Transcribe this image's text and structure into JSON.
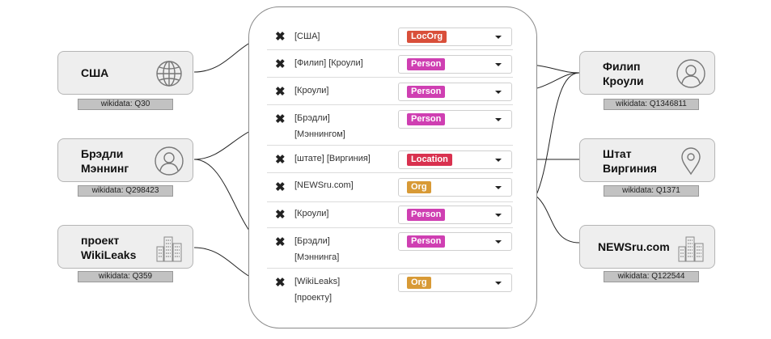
{
  "colors": {
    "loc_org": "#d94f3a",
    "person": "#cf3fb2",
    "location": "#d9314f",
    "org": "#d89a36",
    "panel_border": "#8a8a8a",
    "link_line": "#222222"
  },
  "mentions": [
    {
      "line1": "[США]",
      "line2": "",
      "type": "LocOrg",
      "color": "#d94f3a"
    },
    {
      "line1": "[Филип] [Кроули]",
      "line2": "",
      "type": "Person",
      "color": "#cf3fb2"
    },
    {
      "line1": "[Кроули]",
      "line2": "",
      "type": "Person",
      "color": "#cf3fb2"
    },
    {
      "line1": "[Брэдли]",
      "line2": "[Мэннингом]",
      "type": "Person",
      "color": "#cf3fb2"
    },
    {
      "line1": "[штате] [Виргиния]",
      "line2": "",
      "type": "Location",
      "color": "#d9314f"
    },
    {
      "line1": "[NEWSru.com]",
      "line2": "",
      "type": "Org",
      "color": "#d89a36"
    },
    {
      "line1": "[Кроули]",
      "line2": "",
      "type": "Person",
      "color": "#cf3fb2"
    },
    {
      "line1": "[Брэдли]",
      "line2": "[Мэннинга]",
      "type": "Person",
      "color": "#cf3fb2"
    },
    {
      "line1": "[WikiLeaks]",
      "line2": "[проекту]",
      "type": "Org",
      "color": "#d89a36"
    }
  ],
  "entities_left": [
    {
      "line1": "США",
      "line2": "",
      "wikidata": "wikidata: Q30",
      "icon": "globe-icon"
    },
    {
      "line1": "Брэдли",
      "line2": "Мэннинг",
      "wikidata": "wikidata: Q298423",
      "icon": "person-icon"
    },
    {
      "line1": "проект",
      "line2": "WikiLeaks",
      "wikidata": "wikidata: Q359",
      "icon": "building-icon"
    }
  ],
  "entities_right": [
    {
      "line1": "Филип",
      "line2": "Кроули",
      "wikidata": "wikidata: Q1346811",
      "icon": "person-icon"
    },
    {
      "line1": "Штат",
      "line2": "Виргиния",
      "wikidata": "wikidata: Q1371",
      "icon": "location-pin-icon"
    },
    {
      "line1": "NEWSru.com",
      "line2": "",
      "wikidata": "wikidata: Q122544",
      "icon": "building-icon"
    }
  ]
}
